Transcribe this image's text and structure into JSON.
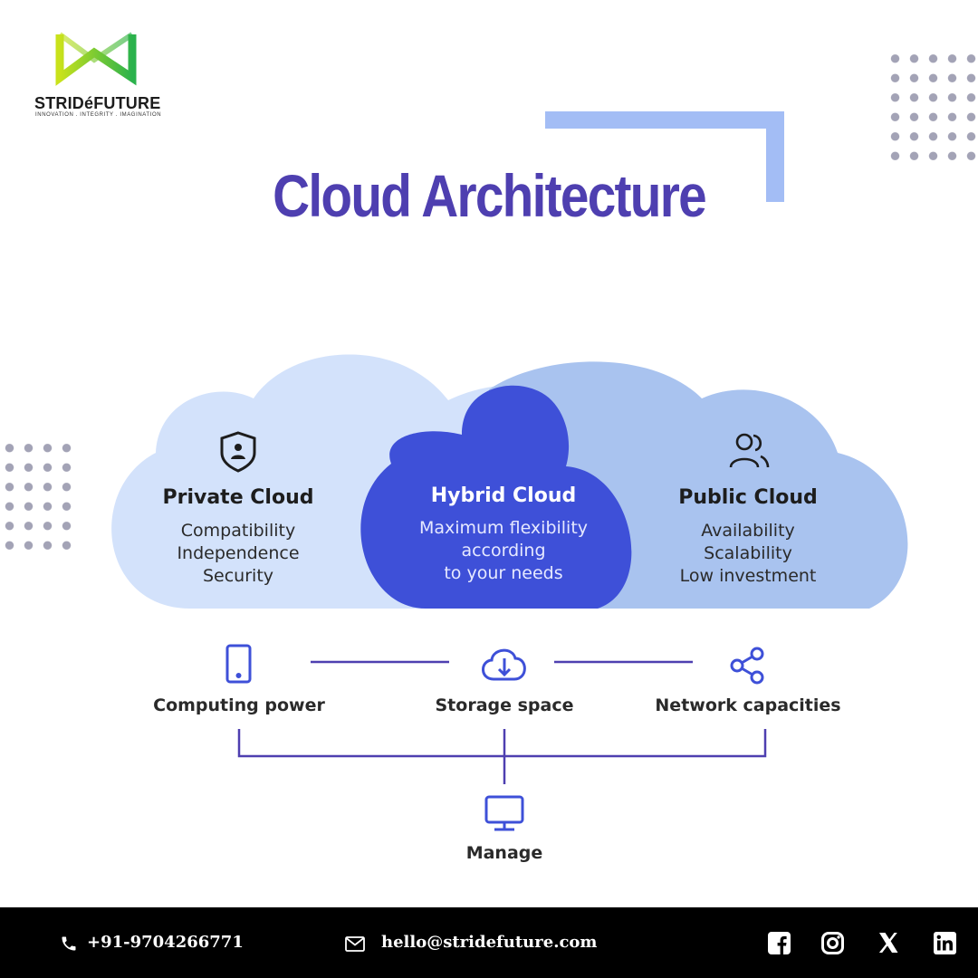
{
  "brand": {
    "name": "STRIDéFUTURE",
    "tagline": "INNOVATION . INTEGRITY . IMAGINATION",
    "accent": "#4e3fb0"
  },
  "title": "Cloud Architecture",
  "clouds": {
    "private": {
      "title": "Private Cloud",
      "lines": [
        "Compatibility",
        "Independence",
        "Security"
      ],
      "icon": "shield-user-icon",
      "color": "#d3e2fb"
    },
    "hybrid": {
      "title": "Hybrid Cloud",
      "lines": [
        "Maximum flexibility",
        "according",
        "to your needs"
      ],
      "color": "#3e50d8"
    },
    "public": {
      "title": "Public Cloud",
      "lines": [
        "Availability",
        "Scalability",
        "Low investment"
      ],
      "icon": "users-icon",
      "color": "#a9c3ef"
    }
  },
  "resources": [
    {
      "label": "Computing power",
      "icon": "tablet-icon"
    },
    {
      "label": "Storage space",
      "icon": "cloud-download-icon"
    },
    {
      "label": "Network capacities",
      "icon": "share-icon"
    }
  ],
  "manage": {
    "label": "Manage",
    "icon": "monitor-icon"
  },
  "footer": {
    "phone": "+91-9704266771",
    "email": "hello@stridefuture.com",
    "social": [
      "facebook-icon",
      "instagram-icon",
      "x-icon",
      "linkedin-icon"
    ]
  }
}
